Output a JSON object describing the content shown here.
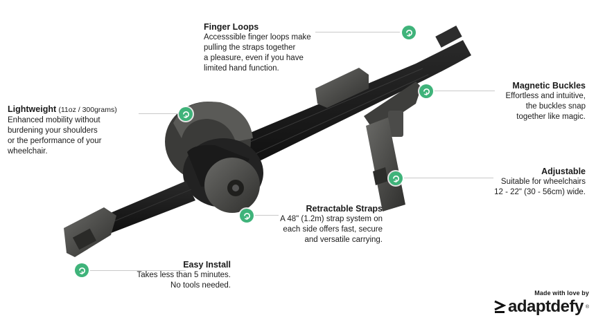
{
  "colors": {
    "accent": "#3fb37a",
    "strap": "#1b1b1b",
    "hardware": "#4a4a48"
  },
  "device": {
    "brand_mark": "adaptdefy"
  },
  "features": {
    "finger_loops": {
      "title": "Finger Loops",
      "lines": [
        "Accesssible finger loops make",
        "pulling the straps together",
        "a pleasure, even if you have",
        "limited hand function."
      ],
      "icon": "loop-arrow-icon"
    },
    "magnetic_buckles": {
      "title": "Magnetic Buckles",
      "lines": [
        "Effortless and intuitive,",
        "the buckles snap",
        "together like magic."
      ],
      "icon": "loop-arrow-icon"
    },
    "lightweight": {
      "title": "Lightweight",
      "subtitle": "(11oz / 300grams)",
      "lines": [
        "Enhanced mobility without",
        "burdening your shoulders",
        "or the performance of your",
        "wheelchair."
      ],
      "icon": "loop-arrow-icon"
    },
    "adjustable": {
      "title": "Adjustable",
      "lines": [
        "Suitable for wheelchairs",
        "12 - 22\" (30 - 56cm) wide."
      ],
      "icon": "loop-arrow-icon"
    },
    "retractable_straps": {
      "title": "Retractable Straps",
      "lines": [
        "A 48\" (1.2m) strap system on",
        "each side offers fast, secure",
        "and versatile carrying."
      ],
      "icon": "loop-arrow-icon"
    },
    "easy_install": {
      "title": "Easy Install",
      "lines": [
        "Takes less than 5 minutes.",
        "No tools needed."
      ],
      "icon": "loop-arrow-icon"
    }
  },
  "brand": {
    "made_with": "Made with love by",
    "logo_text": "adaptdefy",
    "trademark": "®"
  }
}
